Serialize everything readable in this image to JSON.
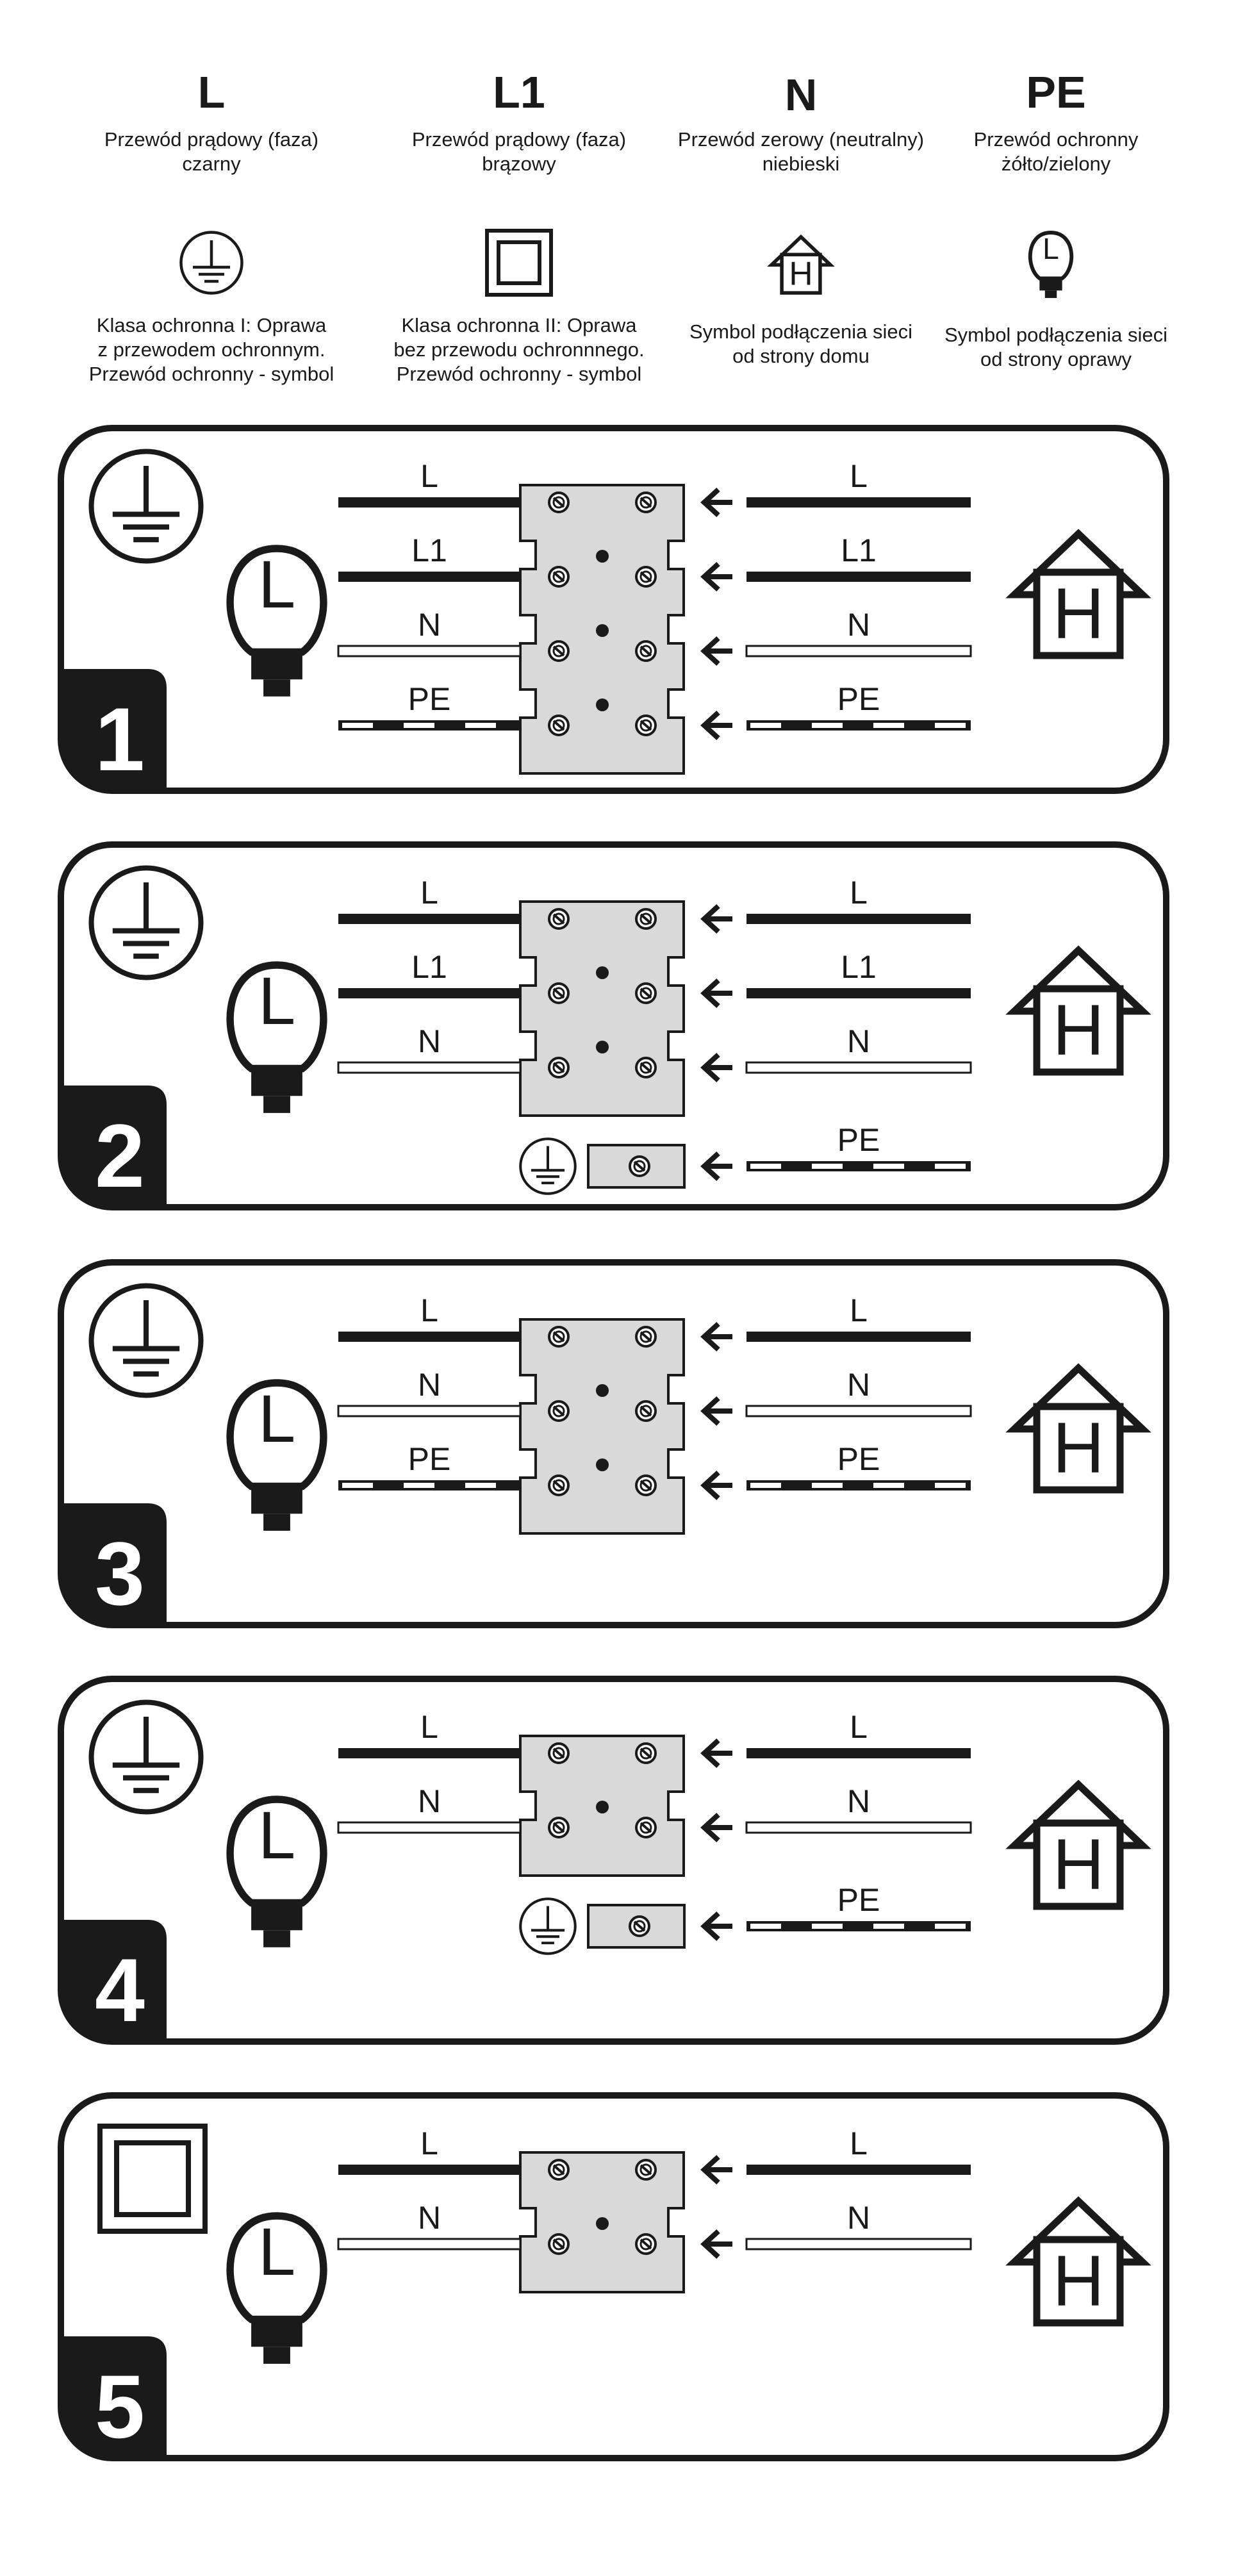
{
  "legend": {
    "wires": [
      {
        "code": "L",
        "line1": "Przewód prądowy (faza)",
        "line2": "czarny"
      },
      {
        "code": "L1",
        "line1": "Przewód prądowy (faza)",
        "line2": "brązowy"
      },
      {
        "code": "N",
        "line1": "Przewód zerowy (neutralny)",
        "line2": "niebieski"
      },
      {
        "code": "PE",
        "line1": "Przewód ochronny",
        "line2": "żółto/zielony"
      }
    ],
    "symbols": [
      {
        "icon": "protective-earth-icon",
        "lines": [
          "Klasa ochronna I: Oprawa",
          "z przewodem ochronnym.",
          "Przewód ochronny - symbol"
        ]
      },
      {
        "icon": "double-insulation-icon",
        "lines": [
          "Klasa ochronna II: Oprawa",
          "bez przewodu ochronnnego.",
          "Przewód ochronny - symbol"
        ]
      },
      {
        "icon": "house-icon",
        "house_letter": "H",
        "lines": [
          "Symbol podłączenia sieci",
          "od strony domu"
        ]
      },
      {
        "icon": "bulb-icon",
        "bulb_letter": "L",
        "lines": [
          "Symbol podłączenia sieci",
          "od strony oprawy"
        ]
      }
    ]
  },
  "panels": [
    {
      "number": "1",
      "class_icon": "protective-earth-icon",
      "bulb_letter": "L",
      "house_letter": "H",
      "rows": [
        {
          "left": "L",
          "right": "L",
          "wire": "black",
          "terminal": "block"
        },
        {
          "left": "L1",
          "right": "L1",
          "wire": "black",
          "terminal": "block"
        },
        {
          "left": "N",
          "right": "N",
          "wire": "white",
          "terminal": "block"
        },
        {
          "left": "PE",
          "right": "PE",
          "wire": "striped",
          "terminal": "block"
        }
      ]
    },
    {
      "number": "2",
      "class_icon": "protective-earth-icon",
      "bulb_letter": "L",
      "house_letter": "H",
      "rows": [
        {
          "left": "L",
          "right": "L",
          "wire": "black",
          "terminal": "block"
        },
        {
          "left": "L1",
          "right": "L1",
          "wire": "black",
          "terminal": "block"
        },
        {
          "left": "N",
          "right": "N",
          "wire": "white",
          "terminal": "block"
        },
        {
          "left": "",
          "right": "PE",
          "wire": "striped",
          "terminal": "earth"
        }
      ]
    },
    {
      "number": "3",
      "class_icon": "protective-earth-icon",
      "bulb_letter": "L",
      "house_letter": "H",
      "rows": [
        {
          "left": "L",
          "right": "L",
          "wire": "black",
          "terminal": "block"
        },
        {
          "left": "N",
          "right": "N",
          "wire": "white",
          "terminal": "block"
        },
        {
          "left": "PE",
          "right": "PE",
          "wire": "striped",
          "terminal": "block"
        }
      ]
    },
    {
      "number": "4",
      "class_icon": "protective-earth-icon",
      "bulb_letter": "L",
      "house_letter": "H",
      "rows": [
        {
          "left": "L",
          "right": "L",
          "wire": "black",
          "terminal": "block"
        },
        {
          "left": "N",
          "right": "N",
          "wire": "white",
          "terminal": "block"
        },
        {
          "left": "",
          "right": "PE",
          "wire": "striped",
          "terminal": "earth"
        }
      ]
    },
    {
      "number": "5",
      "class_icon": "double-insulation-icon",
      "bulb_letter": "L",
      "house_letter": "H",
      "rows": [
        {
          "left": "L",
          "right": "L",
          "wire": "black",
          "terminal": "block"
        },
        {
          "left": "N",
          "right": "N",
          "wire": "white",
          "terminal": "block"
        }
      ]
    }
  ],
  "colors": {
    "ink": "#1a1a1a",
    "terminal_fill": "#d9d9d9",
    "background": "#ffffff"
  }
}
